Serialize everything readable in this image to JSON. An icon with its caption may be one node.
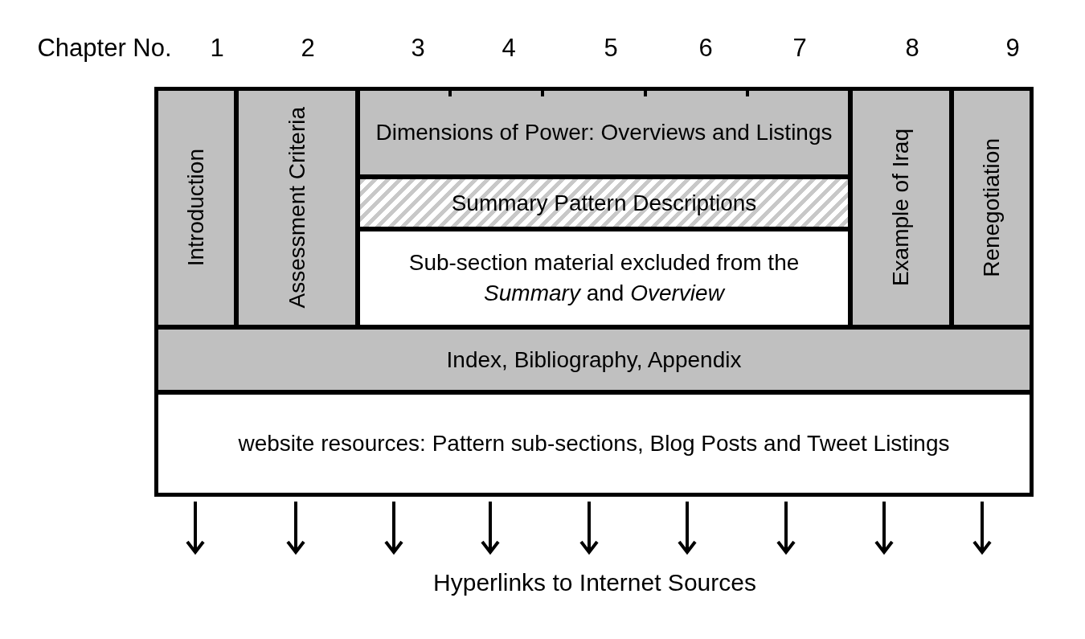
{
  "diagram": {
    "nodes": [
      {
        "text": [
          "Introduction"
        ]
      },
      {
        "text": [
          "Assessment Criteria"
        ]
      },
      {
        "text": [
          "Dimensions of Power: Overviews and Listings"
        ]
      },
      {
        "text": [
          "Summary Pattern Descriptions"
        ]
      },
      {
        "text": [
          "Sub-section material excluded from the *Summary* and *Overview*"
        ]
      },
      {
        "text": [
          "Example of Iraq"
        ]
      },
      {
        "text": [
          "Renegotiation"
        ]
      },
      {
        "text": [
          "Index, Bibliography, Appendix"
        ]
      },
      {
        "text": [
          "website resources: Pattern sub-sections, Blog Posts and Tweet Listings"
        ]
      }
    ],
    "edges": [
      {
        "from": 8,
        "to": null,
        "arrow": "to"
      },
      {
        "from": 8,
        "to": null,
        "arrow": "to"
      },
      {
        "from": 8,
        "to": null,
        "arrow": "to"
      },
      {
        "from": 8,
        "to": null,
        "arrow": "to"
      },
      {
        "from": 8,
        "to": null,
        "arrow": "to"
      },
      {
        "from": 8,
        "to": null,
        "arrow": "to"
      },
      {
        "from": 8,
        "to": null,
        "arrow": "to"
      },
      {
        "from": 8,
        "to": null,
        "arrow": "to"
      },
      {
        "from": 8,
        "to": null,
        "arrow": "to"
      }
    ],
    "labels": [
      "Chapter No.",
      "1",
      "2",
      "3",
      "4",
      "5",
      "6",
      "7",
      "8",
      "9",
      "Hyperlinks to Internet Sources"
    ]
  }
}
